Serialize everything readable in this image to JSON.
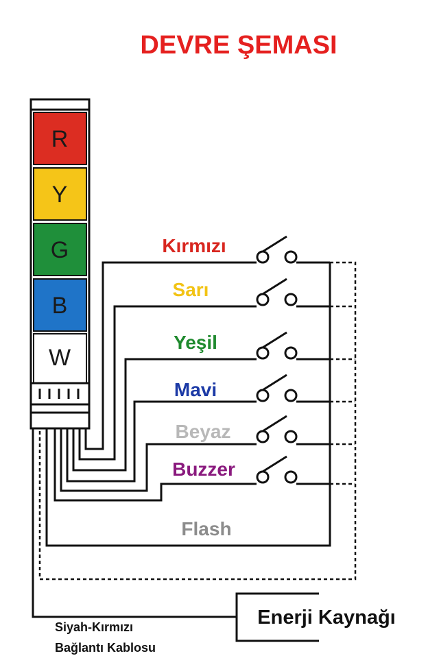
{
  "title": "DEVRE ŞEMASI",
  "tower": {
    "segments": [
      {
        "letter": "R",
        "color": "#dc2d22"
      },
      {
        "letter": "Y",
        "color": "#f5c518"
      },
      {
        "letter": "G",
        "color": "#1f8f3a"
      },
      {
        "letter": "B",
        "color": "#1f74c8"
      },
      {
        "letter": "W",
        "color": "#ffffff"
      }
    ],
    "terminal_strip": "IIIII"
  },
  "channels": [
    {
      "label": "Kırmızı",
      "color": "#d8261f"
    },
    {
      "label": "Sarı",
      "color": "#f2c314"
    },
    {
      "label": "Yeşil",
      "color": "#1f8a2e"
    },
    {
      "label": "Mavi",
      "color": "#1c3aa6"
    },
    {
      "label": "Beyaz",
      "color": "#b8b8b8"
    },
    {
      "label": "Buzzer",
      "color": "#8a1a7e"
    },
    {
      "label": "Flash",
      "color": "#8c8c8c"
    }
  ],
  "cable": {
    "line1": "Siyah-Kırmızı",
    "line2": "Bağlantı Kablosu"
  },
  "power_supply": {
    "label": "Enerji Kaynağı"
  }
}
